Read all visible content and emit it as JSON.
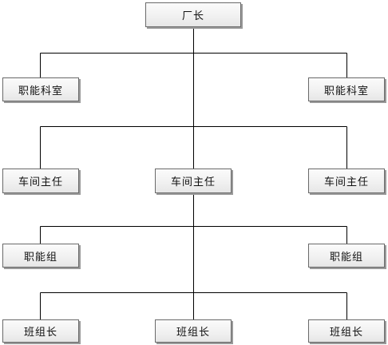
{
  "org_chart": {
    "root": {
      "label": "厂长"
    },
    "office_left": {
      "label": "职能科室"
    },
    "office_right": {
      "label": "职能科室"
    },
    "director_left": {
      "label": "车间主任"
    },
    "director_center": {
      "label": "车间主任"
    },
    "director_right": {
      "label": "车间主任"
    },
    "group_left": {
      "label": "职能组"
    },
    "group_right": {
      "label": "职能组"
    },
    "leader_left": {
      "label": "班组长"
    },
    "leader_center": {
      "label": "班组长"
    },
    "leader_right": {
      "label": "班组长"
    }
  }
}
